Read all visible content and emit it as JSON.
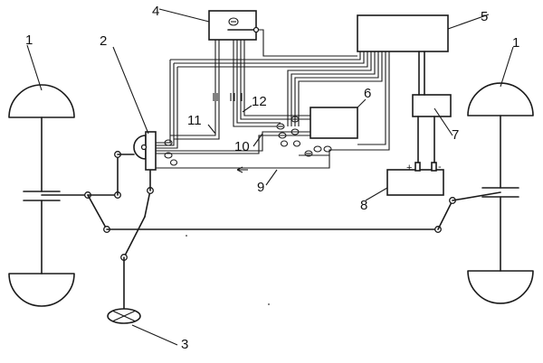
{
  "callouts": {
    "c1_left": "1",
    "c1_right": "1",
    "c2": "2",
    "c3": "3",
    "c4": "4",
    "c5": "5",
    "c6": "6",
    "c7": "7",
    "c8": "8",
    "c9": "9",
    "c10": "10",
    "c11": "11",
    "c12": "12"
  },
  "terminals": {
    "plus": "+",
    "minus": "-"
  }
}
